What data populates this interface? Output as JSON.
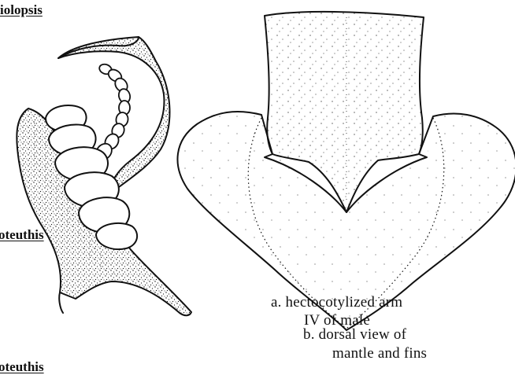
{
  "genus_labels": {
    "top": "iolopsis",
    "middle": "oteuthis",
    "bottom": "oteuthis"
  },
  "figure_a": {
    "caption_line1": "a. hectocotylized arm",
    "caption_line2": "IV of male"
  },
  "figure_b": {
    "caption_line1": "b. dorsal view of",
    "caption_line2": "mantle and fins"
  },
  "colors": {
    "ink": "#111111",
    "background": "#ffffff"
  }
}
